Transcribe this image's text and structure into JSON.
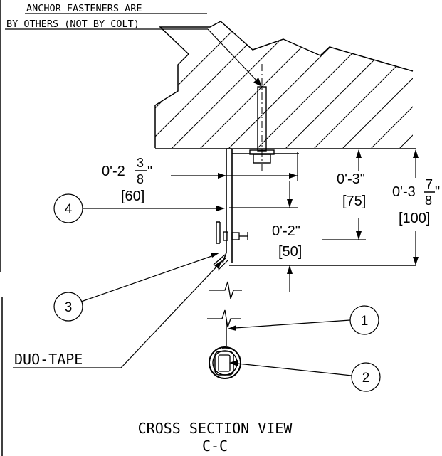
{
  "note": {
    "line1": "ANCHOR FASTENERS ARE",
    "line2": "BY OTHERS (NOT BY COLT)"
  },
  "dimensions": {
    "width_whole": "0'-2",
    "width_num": "3",
    "width_den": "8",
    "width_inch": "\"",
    "width_metric": "[60]",
    "height_imperial": "0'-3\"",
    "height_metric": "[75]",
    "total_whole": "0'-3",
    "total_num": "7",
    "total_den": "8",
    "total_inch": "\"",
    "total_metric": "[100]",
    "gap_imperial": "0'-2\"",
    "gap_metric": "[50]"
  },
  "callouts": [
    "1",
    "2",
    "3",
    "4"
  ],
  "duo_tape_label": "DUO-TAPE",
  "title": {
    "line1": "CROSS SECTION VIEW",
    "line2": "C-C"
  }
}
